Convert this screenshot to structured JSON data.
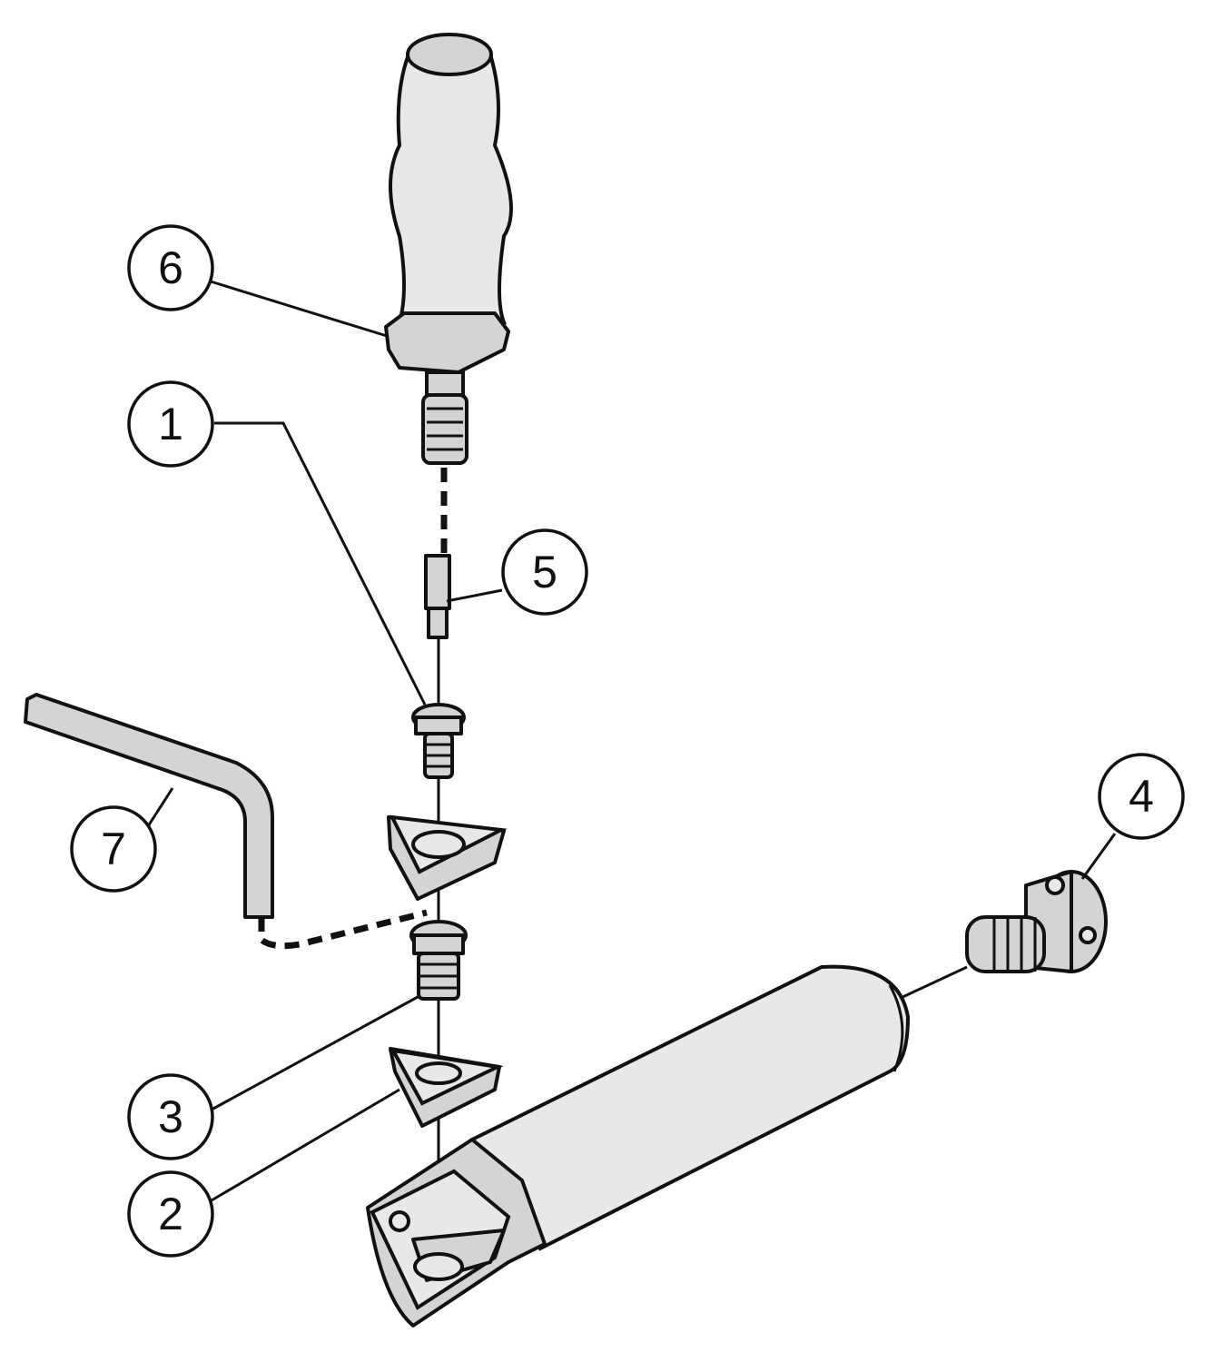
{
  "diagram": {
    "type": "exploded-assembly",
    "callouts": [
      {
        "id": "6",
        "label": "6",
        "part": "screwdriver-handle"
      },
      {
        "id": "1",
        "label": "1",
        "part": "insert-screw"
      },
      {
        "id": "5",
        "label": "5",
        "part": "screwdriver-bit"
      },
      {
        "id": "7",
        "label": "7",
        "part": "hex-key"
      },
      {
        "id": "4",
        "label": "4",
        "part": "coolant-plug-screw"
      },
      {
        "id": "3",
        "label": "3",
        "part": "shim-screw"
      },
      {
        "id": "2",
        "label": "2",
        "part": "shim"
      }
    ]
  }
}
